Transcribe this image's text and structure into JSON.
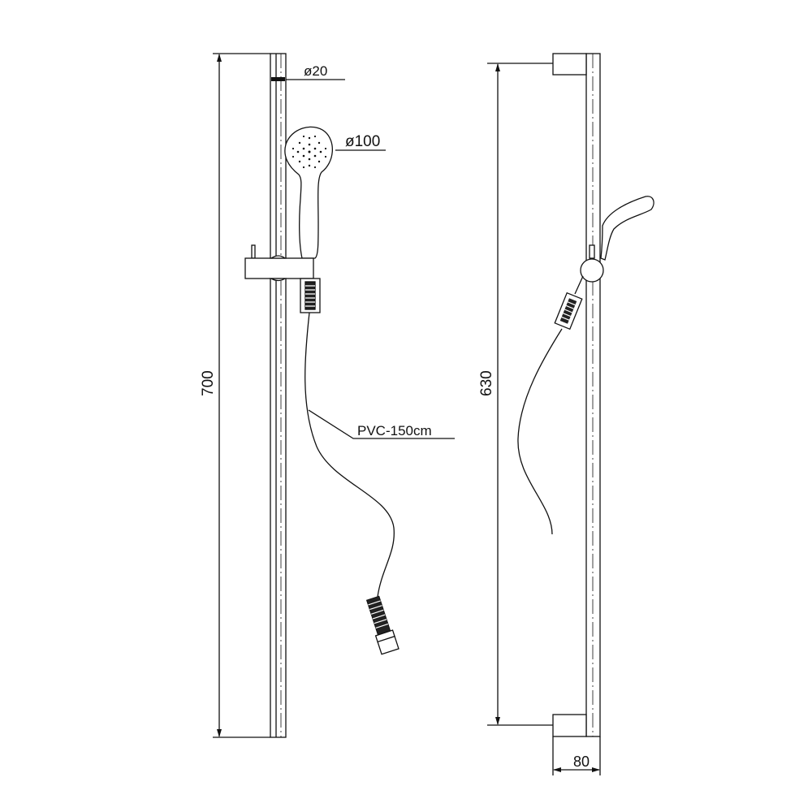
{
  "left_view": {
    "height_dim": "700",
    "rail_diameter": "ø20",
    "head_diameter": "ø100",
    "hose_label": "PVC-150cm"
  },
  "right_view": {
    "height_dim": "630",
    "depth_dim": "80"
  }
}
